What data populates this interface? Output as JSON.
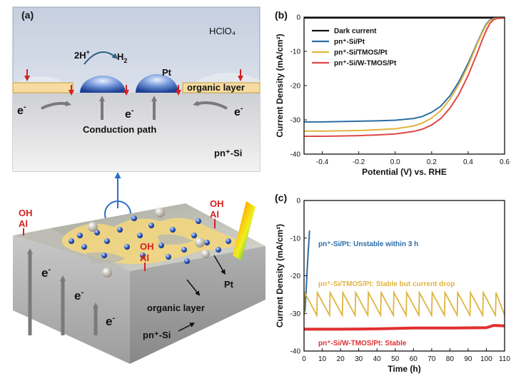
{
  "panel_a": {
    "label": "(a)",
    "electrolyte": "HClO₄",
    "reaction": {
      "reactant": "2H",
      "reactant_sup": "+",
      "product": "H",
      "product_sub": "2"
    },
    "pt_label": "Pt",
    "organic_layer_label": "organic layer",
    "electron": "e",
    "electron_sup": "-",
    "conduction_label": "Conduction path",
    "substrate_label": "pn⁺-Si"
  },
  "panel_3d": {
    "oh": "OH",
    "al": "Al",
    "electron": "e",
    "electron_sup": "-",
    "pt_label": "Pt",
    "organic_layer_label": "organic layer",
    "substrate_label": "pn⁺-Si"
  },
  "chart_data": [
    {
      "panel": "(b)",
      "type": "line",
      "xlabel": "Potential (V) vs. RHE",
      "ylabel": "Current Density (mA/cm²)",
      "xlim": [
        -0.5,
        0.6
      ],
      "ylim": [
        -40,
        0
      ],
      "xticks": [
        -0.4,
        -0.2,
        0.0,
        0.2,
        0.4,
        0.6
      ],
      "yticks": [
        0,
        -10,
        -20,
        -30,
        -40
      ],
      "legend_position": "top-left",
      "series": [
        {
          "name": "Dark current",
          "color": "#111111",
          "x": [
            -0.5,
            0.6
          ],
          "y": [
            -0.2,
            -0.2
          ]
        },
        {
          "name": "pn⁺-Si/Pt",
          "color": "#2a6ea6",
          "x": [
            -0.5,
            -0.4,
            -0.3,
            -0.2,
            -0.1,
            0.0,
            0.1,
            0.15,
            0.2,
            0.25,
            0.3,
            0.35,
            0.4,
            0.45,
            0.48,
            0.5,
            0.52,
            0.54,
            0.56,
            0.6
          ],
          "y": [
            -30.6,
            -30.6,
            -30.5,
            -30.4,
            -30.3,
            -30.1,
            -29.6,
            -29.0,
            -27.8,
            -26.0,
            -23.0,
            -18.8,
            -13.5,
            -7.5,
            -4.0,
            -2.0,
            -0.8,
            -0.4,
            -0.3,
            -0.3
          ]
        },
        {
          "name": "pn⁺-Si/TMOS/Pt",
          "color": "#e0b440",
          "x": [
            -0.5,
            -0.4,
            -0.3,
            -0.2,
            -0.1,
            0.0,
            0.1,
            0.15,
            0.2,
            0.25,
            0.3,
            0.35,
            0.4,
            0.45,
            0.48,
            0.5,
            0.52,
            0.54,
            0.56,
            0.6
          ],
          "y": [
            -33.3,
            -33.3,
            -33.2,
            -33.1,
            -32.9,
            -32.6,
            -31.8,
            -30.9,
            -29.5,
            -27.3,
            -24.0,
            -19.6,
            -14.2,
            -7.8,
            -4.3,
            -2.3,
            -1.0,
            -0.5,
            -0.3,
            -0.3
          ]
        },
        {
          "name": "pn⁺-Si/W-TMOS/Pt",
          "color": "#e04848",
          "x": [
            -0.5,
            -0.4,
            -0.3,
            -0.2,
            -0.1,
            0.0,
            0.1,
            0.15,
            0.2,
            0.25,
            0.3,
            0.35,
            0.4,
            0.45,
            0.48,
            0.5,
            0.52,
            0.54,
            0.56,
            0.6
          ],
          "y": [
            -34.8,
            -34.8,
            -34.7,
            -34.6,
            -34.4,
            -34.1,
            -33.4,
            -32.7,
            -31.5,
            -29.6,
            -26.6,
            -22.5,
            -17.0,
            -10.5,
            -6.3,
            -3.8,
            -1.8,
            -0.7,
            -0.4,
            -0.3
          ]
        }
      ]
    },
    {
      "panel": "(c)",
      "type": "line",
      "xlabel": "Time (h)",
      "ylabel": "Current Density (mA/cm²)",
      "xlim": [
        0,
        110
      ],
      "ylim": [
        -40,
        0
      ],
      "xticks": [
        0,
        10,
        20,
        30,
        40,
        50,
        60,
        70,
        80,
        90,
        100,
        110
      ],
      "yticks": [
        0,
        -10,
        -20,
        -30,
        -40
      ],
      "annotations": [
        {
          "text": "pn⁺-Si/Pt: Unstable within 3 h",
          "color": "#2a6ea6"
        },
        {
          "text": "pn⁺-Si/TMOS/Pt: Stable but current drop",
          "color": "#e0b440"
        },
        {
          "text": "pn⁺-Si/W-TMOS/Pt: Stable",
          "color": "#e03030"
        }
      ],
      "series": [
        {
          "color": "#2a6ea6",
          "x": [
            0.5,
            1,
            2,
            3
          ],
          "y": [
            -29.5,
            -25,
            -16,
            -8
          ]
        },
        {
          "color": "#e0b440",
          "sawtooth": true,
          "cycle_starts": [
            0,
            7,
            14,
            21,
            28,
            35,
            42,
            49,
            56,
            63,
            70,
            77,
            84,
            91,
            98,
            105
          ],
          "cycle_end": 110,
          "y_start": -24.5,
          "y_end": -30.5
        },
        {
          "color": "#e03030",
          "x": [
            0,
            20,
            40,
            60,
            80,
            100,
            104,
            110
          ],
          "y": [
            -34.2,
            -34.2,
            -34.1,
            -33.9,
            -33.9,
            -33.8,
            -33.2,
            -33.3
          ]
        }
      ]
    }
  ]
}
